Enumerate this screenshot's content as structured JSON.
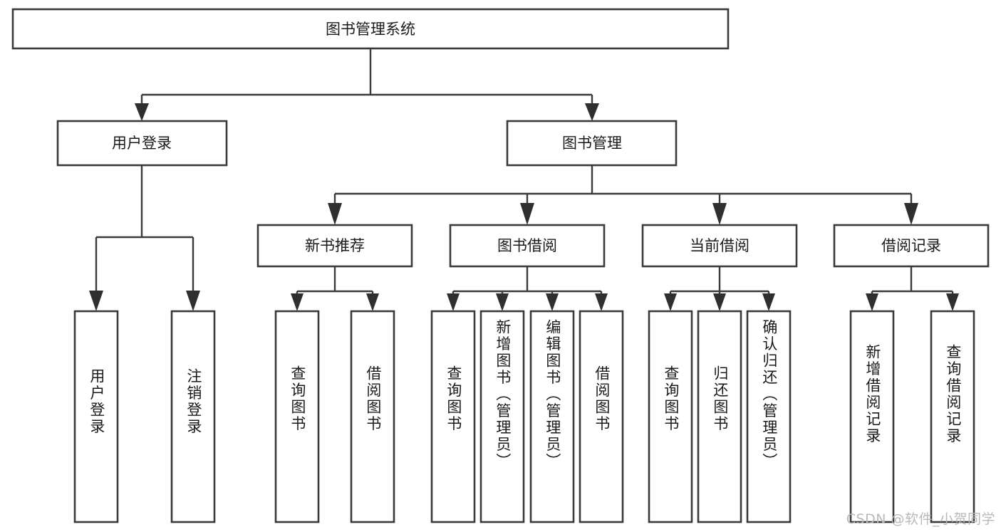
{
  "diagram": {
    "title": "图书管理系统",
    "type": "tree",
    "watermark": "CSDN @软件_小贺同学",
    "root": {
      "id": "root",
      "label": "图书管理系统",
      "orientation": "horizontal"
    },
    "level2": [
      {
        "id": "user-login",
        "label": "用户登录",
        "orientation": "horizontal"
      },
      {
        "id": "book-manage",
        "label": "图书管理",
        "orientation": "horizontal"
      }
    ],
    "level3": [
      {
        "id": "new-book-recommend",
        "label": "新书推荐",
        "parent": "book-manage",
        "orientation": "horizontal"
      },
      {
        "id": "book-borrow",
        "label": "图书借阅",
        "parent": "book-manage",
        "orientation": "horizontal"
      },
      {
        "id": "current-borrow",
        "label": "当前借阅",
        "parent": "book-manage",
        "orientation": "horizontal"
      },
      {
        "id": "borrow-record",
        "label": "借阅记录",
        "parent": "book-manage",
        "orientation": "horizontal"
      }
    ],
    "leaves": [
      {
        "id": "leaf-user-login",
        "label": "用户登录",
        "parent": "user-login",
        "orientation": "vertical"
      },
      {
        "id": "leaf-user-logout",
        "label": "注销登录",
        "parent": "user-login",
        "orientation": "vertical"
      },
      {
        "id": "leaf-query-book-1",
        "label": "查询图书",
        "parent": "new-book-recommend",
        "orientation": "vertical"
      },
      {
        "id": "leaf-borrow-book-1",
        "label": "借阅图书",
        "parent": "new-book-recommend",
        "orientation": "vertical"
      },
      {
        "id": "leaf-query-book-2",
        "label": "查询图书",
        "parent": "book-borrow",
        "orientation": "vertical"
      },
      {
        "id": "leaf-add-book",
        "label": "新增图书（管理员）",
        "parent": "book-borrow",
        "orientation": "vertical"
      },
      {
        "id": "leaf-edit-book",
        "label": "编辑图书（管理员）",
        "parent": "book-borrow",
        "orientation": "vertical"
      },
      {
        "id": "leaf-borrow-book-2",
        "label": "借阅图书",
        "parent": "book-borrow",
        "orientation": "vertical"
      },
      {
        "id": "leaf-query-book-3",
        "label": "查询图书",
        "parent": "current-borrow",
        "orientation": "vertical"
      },
      {
        "id": "leaf-return-book",
        "label": "归还图书",
        "parent": "current-borrow",
        "orientation": "vertical"
      },
      {
        "id": "leaf-confirm-return",
        "label": "确认归还（管理员）",
        "parent": "current-borrow",
        "orientation": "vertical"
      },
      {
        "id": "leaf-add-record",
        "label": "新增借阅记录",
        "parent": "borrow-record",
        "orientation": "vertical"
      },
      {
        "id": "leaf-query-record",
        "label": "查询借阅记录",
        "parent": "borrow-record",
        "orientation": "vertical"
      }
    ],
    "colors": {
      "box_stroke": "#3a3a3a",
      "connector": "#3a3a3a",
      "text": "#1a1a1a",
      "background": "#ffffff",
      "watermark": "#b9b9b9"
    }
  }
}
